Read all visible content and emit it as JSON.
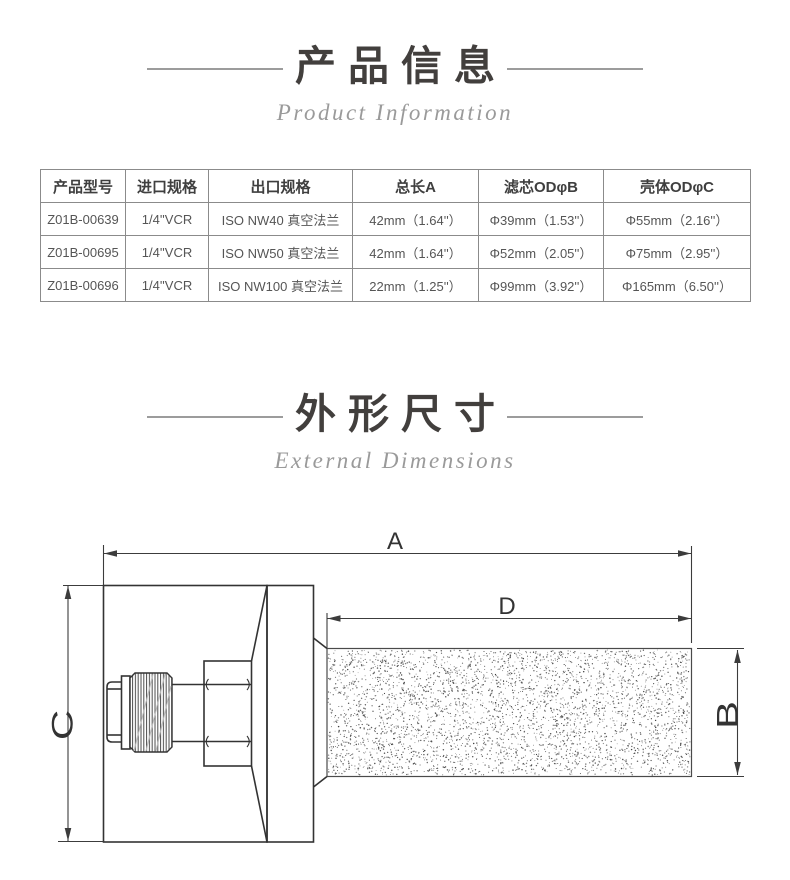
{
  "section1": {
    "title": "产品信息",
    "subtitle": "Product Information"
  },
  "table": {
    "headers": [
      "产品型号",
      "进口规格",
      "出口规格",
      "总长A",
      "滤芯ODφB",
      "壳体ODφC"
    ],
    "rows": [
      [
        "Z01B-00639",
        "1/4''VCR",
        "ISO NW40 真空法兰",
        "42mm（1.64''）",
        "Φ39mm（1.53''）",
        "Φ55mm（2.16''）"
      ],
      [
        "Z01B-00695",
        "1/4''VCR",
        "ISO NW50 真空法兰",
        "42mm（1.64''）",
        "Φ52mm（2.05''）",
        "Φ75mm（2.95''）"
      ],
      [
        "Z01B-00696",
        "1/4''VCR",
        "ISO NW100 真空法兰",
        "22mm（1.25''）",
        "Φ99mm（3.92''）",
        "Φ165mm（6.50''）"
      ]
    ]
  },
  "section2": {
    "title": "外形尺寸",
    "subtitle": "External Dimensions"
  },
  "drawing": {
    "labels": {
      "a": "A",
      "b": "B",
      "c": "C",
      "d": "D"
    }
  },
  "colors": {
    "title_text": "#423f3d",
    "subtitle_text": "#9a9a9a",
    "heading_line": "#9c9c9c",
    "table_border": "#8b8b8b",
    "drawing_line": "#333333",
    "stipple_dot": "#707070"
  }
}
